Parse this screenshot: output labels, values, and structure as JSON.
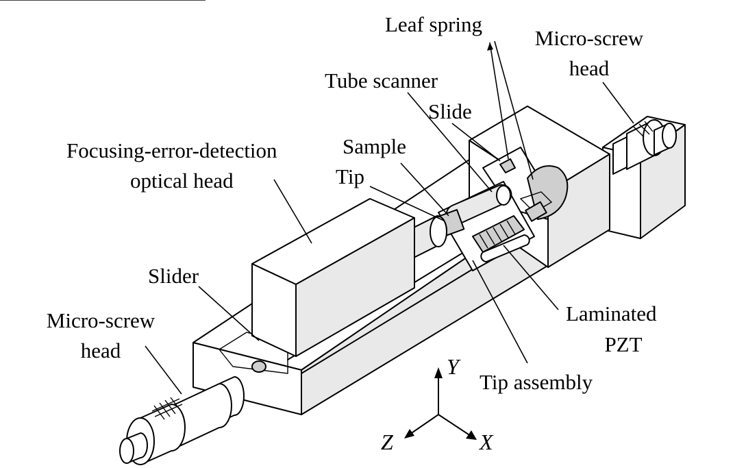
{
  "labels": {
    "leaf_spring": "Leaf spring",
    "micro_screw_head_right_line1": "Micro-screw",
    "micro_screw_head_right_line2": "head",
    "tube_scanner": "Tube scanner",
    "slide": "Slide",
    "sample": "Sample",
    "tip": "Tip",
    "focusing_line1": "Focusing-error-detection",
    "focusing_line2": "optical head",
    "slider": "Slider",
    "micro_screw_head_left_line1": "Micro-screw",
    "micro_screw_head_left_line2": "head",
    "laminated_line1": "Laminated",
    "laminated_line2": "PZT",
    "tip_assembly": "Tip assembly"
  },
  "axes": {
    "y": "Y",
    "z": "Z",
    "x": "X"
  }
}
